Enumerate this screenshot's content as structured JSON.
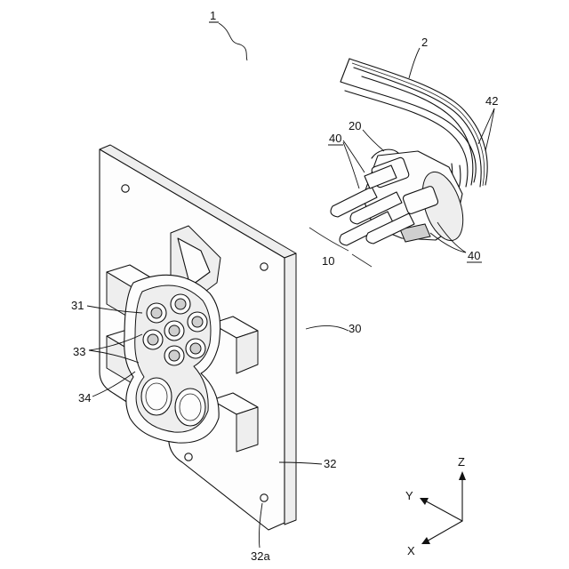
{
  "labels": {
    "assembly": "1",
    "cable": "2",
    "housing_20": "20",
    "terminal_40_top": "40",
    "terminal_40_bottom": "40",
    "wires_42": "42",
    "axis_10": "10",
    "inlet_30": "30",
    "ref_31": "31",
    "ref_33": "33",
    "ref_34": "34",
    "flange_32": "32",
    "hole_32a": "32a"
  },
  "axes": {
    "z": "Z",
    "y": "Y",
    "x": "X"
  }
}
